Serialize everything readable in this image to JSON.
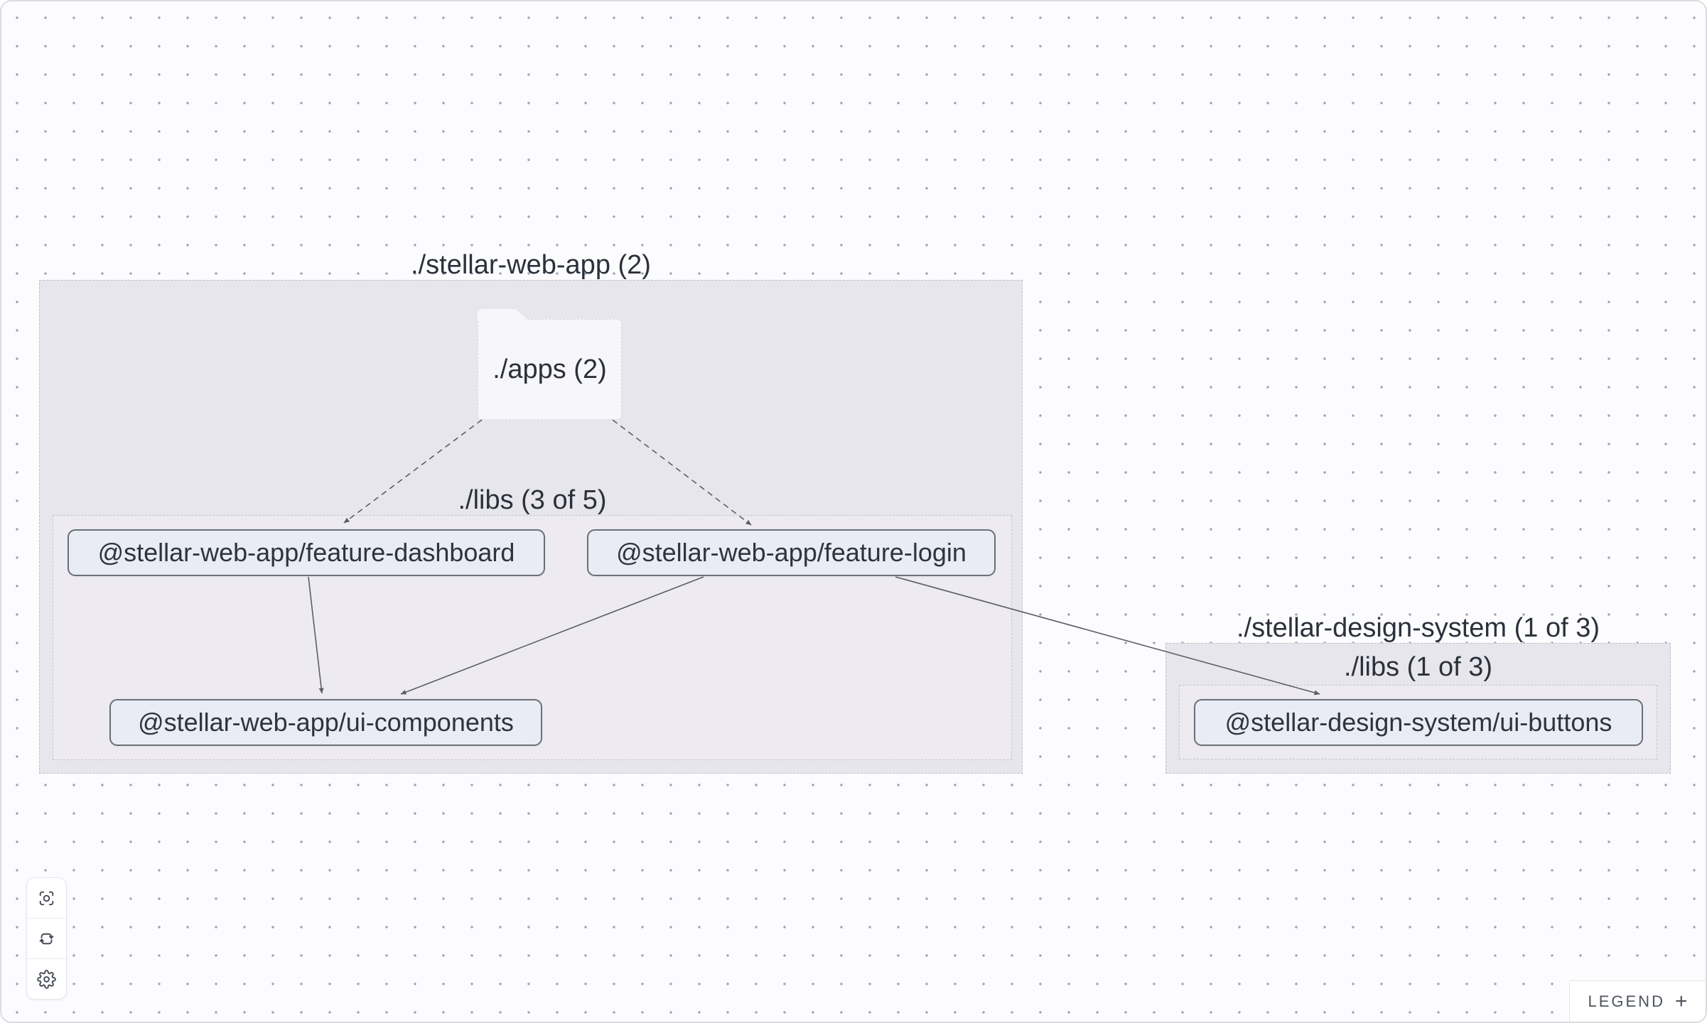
{
  "canvas": {
    "background": "#fcfcfe",
    "dot_color": "#9aa7b6"
  },
  "groups": {
    "web_app": {
      "label": "./stellar-web-app (2)",
      "folder": {
        "label": "./apps (2)"
      },
      "libs": {
        "label": "./libs (3 of 5)"
      }
    },
    "design_system": {
      "label": "./stellar-design-system (1 of 3)",
      "libs": {
        "label": "./libs (1 of 3)"
      }
    }
  },
  "nodes": {
    "feature_dashboard": {
      "label": "@stellar-web-app/feature-dashboard"
    },
    "feature_login": {
      "label": "@stellar-web-app/feature-login"
    },
    "ui_components": {
      "label": "@stellar-web-app/ui-components"
    },
    "ui_buttons": {
      "label": "@stellar-design-system/ui-buttons"
    }
  },
  "edges": [
    {
      "from": "apps",
      "to": "feature_dashboard",
      "style": "dashed"
    },
    {
      "from": "apps",
      "to": "feature_login",
      "style": "dashed"
    },
    {
      "from": "feature_dashboard",
      "to": "ui_components",
      "style": "solid"
    },
    {
      "from": "feature_login",
      "to": "ui_components",
      "style": "solid"
    },
    {
      "from": "feature_login",
      "to": "ui_buttons",
      "style": "solid"
    }
  ],
  "toolbar": {
    "buttons": [
      "focus",
      "refresh",
      "settings"
    ]
  },
  "legend": {
    "label": "LEGEND",
    "expand_symbol": "+"
  },
  "colors": {
    "node_fill": "#e9ecf5",
    "node_border": "#6a7077",
    "group_fill": "#e8e6ed",
    "edge": "#5a5f6a",
    "text": "#2b313b"
  }
}
